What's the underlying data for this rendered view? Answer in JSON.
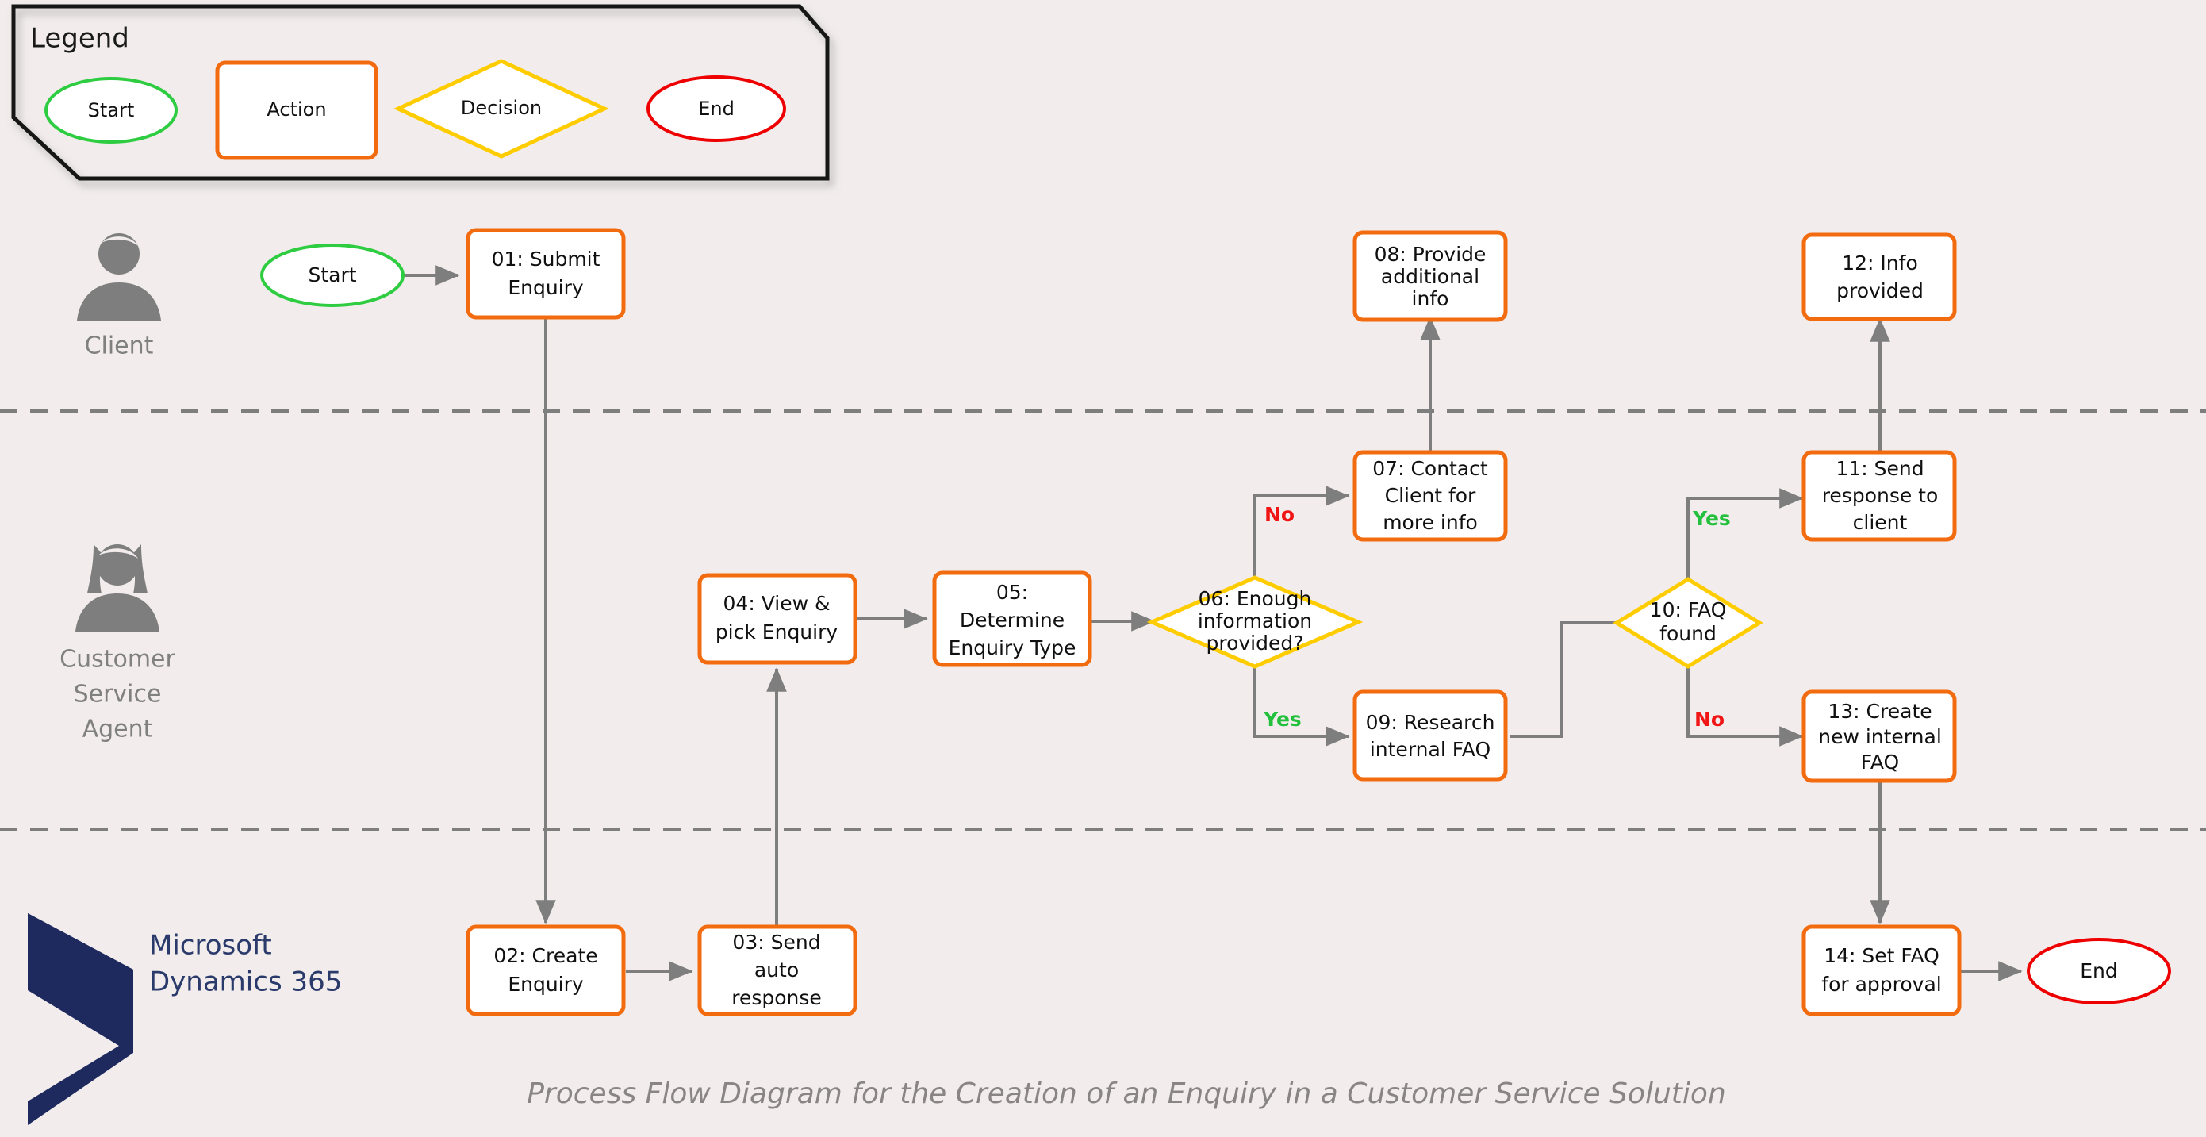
{
  "page": {
    "background_color": "#F2EDEC",
    "caption": "Process Flow Diagram for the Creation of an Enquiry in a Customer Service Solution"
  },
  "legend": {
    "title": "Legend",
    "items": [
      {
        "label": "Start",
        "shape": "ellipse",
        "stroke": "#2ECC40",
        "icon": "start-ellipse-icon"
      },
      {
        "label": "Action",
        "shape": "rounded-rect",
        "stroke": "#F26B0F",
        "icon": "action-rect-icon"
      },
      {
        "label": "Decision",
        "shape": "diamond",
        "stroke": "#FFCC00",
        "icon": "decision-diamond-icon"
      },
      {
        "label": "End",
        "shape": "ellipse",
        "stroke": "#EE0000",
        "icon": "end-ellipse-icon"
      }
    ]
  },
  "lanes": [
    {
      "id": "client",
      "label": "Client",
      "icon": "person-male-icon"
    },
    {
      "id": "agent",
      "label": "Customer\nService\nAgent",
      "label_lines": [
        "Customer",
        "Service",
        "Agent"
      ],
      "icon": "person-female-icon"
    },
    {
      "id": "system",
      "label": "Microsoft Dynamics 365",
      "brand_lines": [
        "Microsoft",
        "Dynamics 365"
      ],
      "icon": "dynamics-365-logo-icon"
    }
  ],
  "terminators": [
    {
      "id": "start",
      "label": "Start",
      "lane": "client",
      "color": "#2ECC40"
    },
    {
      "id": "end",
      "label": "End",
      "lane": "system",
      "color": "#EE0000"
    }
  ],
  "nodes": [
    {
      "id": "n01",
      "number": "01",
      "label": "01: Submit Enquiry",
      "lines": [
        "01: Submit",
        "Enquiry"
      ],
      "type": "action",
      "lane": "client"
    },
    {
      "id": "n02",
      "number": "02",
      "label": "02: Create Enquiry",
      "lines": [
        "02: Create",
        "Enquiry"
      ],
      "type": "action",
      "lane": "system"
    },
    {
      "id": "n03",
      "number": "03",
      "label": "03: Send auto response",
      "lines": [
        "03: Send",
        "auto",
        "response"
      ],
      "type": "action",
      "lane": "system"
    },
    {
      "id": "n04",
      "number": "04",
      "label": "04: View & pick Enquiry",
      "lines": [
        "04: View &",
        "pick Enquiry"
      ],
      "type": "action",
      "lane": "agent"
    },
    {
      "id": "n05",
      "number": "05",
      "label": "05: Determine Enquiry Type",
      "lines": [
        "05:",
        "Determine",
        "Enquiry Type"
      ],
      "type": "action",
      "lane": "agent"
    },
    {
      "id": "n06",
      "number": "06",
      "label": "06: Enough information provided?",
      "lines": [
        "06: Enough",
        "information",
        "provided?"
      ],
      "type": "decision",
      "lane": "agent"
    },
    {
      "id": "n07",
      "number": "07",
      "label": "07: Contact Client for more info",
      "lines": [
        "07: Contact",
        "Client for",
        "more info"
      ],
      "type": "action",
      "lane": "agent"
    },
    {
      "id": "n08",
      "number": "08",
      "label": "08: Provide additional info",
      "lines": [
        "08: Provide",
        "additional",
        "info"
      ],
      "type": "action",
      "lane": "client"
    },
    {
      "id": "n09",
      "number": "09",
      "label": "09: Research internal FAQ",
      "lines": [
        "09: Research",
        "internal FAQ"
      ],
      "type": "action",
      "lane": "agent"
    },
    {
      "id": "n10",
      "number": "10",
      "label": "10: FAQ found",
      "lines": [
        "10: FAQ",
        "found"
      ],
      "type": "decision",
      "lane": "agent"
    },
    {
      "id": "n11",
      "number": "11",
      "label": "11: Send response to client",
      "lines": [
        "11: Send",
        "response to",
        "client"
      ],
      "type": "action",
      "lane": "agent"
    },
    {
      "id": "n12",
      "number": "12",
      "label": "12: Info provided",
      "lines": [
        "12: Info",
        "provided"
      ],
      "type": "action",
      "lane": "client"
    },
    {
      "id": "n13",
      "number": "13",
      "label": "13: Create new internal FAQ",
      "lines": [
        "13: Create",
        "new internal",
        "FAQ"
      ],
      "type": "action",
      "lane": "agent"
    },
    {
      "id": "n14",
      "number": "14",
      "label": "14: Set FAQ for approval",
      "lines": [
        "14: Set FAQ",
        "for approval"
      ],
      "type": "action",
      "lane": "system"
    }
  ],
  "edges": [
    {
      "from": "start",
      "to": "n01",
      "label": ""
    },
    {
      "from": "n01",
      "to": "n02",
      "label": ""
    },
    {
      "from": "n02",
      "to": "n03",
      "label": ""
    },
    {
      "from": "n03",
      "to": "n04",
      "label": ""
    },
    {
      "from": "n04",
      "to": "n05",
      "label": ""
    },
    {
      "from": "n05",
      "to": "n06",
      "label": ""
    },
    {
      "from": "n06",
      "to": "n07",
      "label": "No",
      "label_color": "#F01414"
    },
    {
      "from": "n07",
      "to": "n08",
      "label": ""
    },
    {
      "from": "n06",
      "to": "n09",
      "label": "Yes",
      "label_color": "#22C03C"
    },
    {
      "from": "n09",
      "to": "n10",
      "label": ""
    },
    {
      "from": "n10",
      "to": "n11",
      "label": "Yes",
      "label_color": "#22C03C"
    },
    {
      "from": "n11",
      "to": "n12",
      "label": ""
    },
    {
      "from": "n10",
      "to": "n13",
      "label": "No",
      "label_color": "#F01414"
    },
    {
      "from": "n13",
      "to": "n14",
      "label": ""
    },
    {
      "from": "n14",
      "to": "end",
      "label": ""
    }
  ],
  "branch_labels": {
    "n06_no": "No",
    "n06_yes": "Yes",
    "n10_yes": "Yes",
    "n10_no": "No"
  },
  "colors": {
    "background": "#F2EDEC",
    "action_stroke": "#F26B0F",
    "decision_stroke": "#FFCC00",
    "start_stroke": "#2ECC40",
    "end_stroke": "#EE0000",
    "connector": "#7E7E7E",
    "lane_label": "#808080",
    "yes": "#22C03C",
    "no": "#F01414",
    "brand": "#1E2A5E",
    "caption": "#8A8585"
  }
}
